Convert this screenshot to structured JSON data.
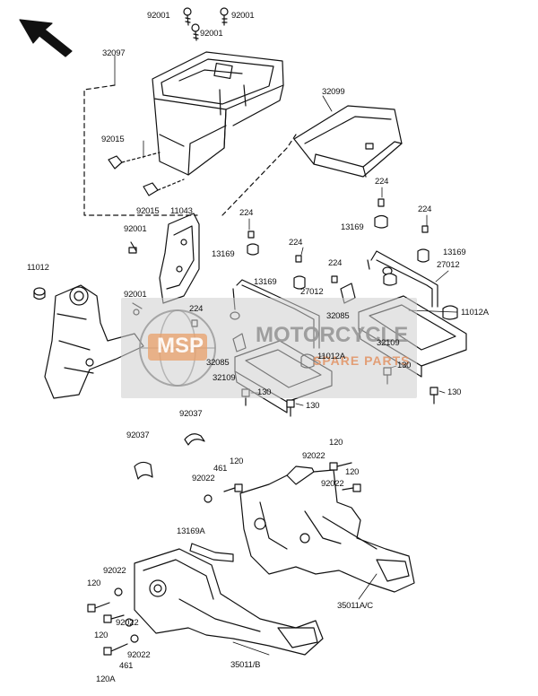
{
  "colors": {
    "line": "#111111",
    "watermark_bg": "#cdcdcd",
    "watermark_accent": "#e9a06a"
  },
  "watermark": {
    "logo_text": "MSP",
    "brand_line1": "MOTORCYCLE",
    "brand_line2": "SPARE PARTS"
  },
  "icons": {
    "direction_arrow": "arrow-up-left-icon"
  },
  "labels": {
    "l01": "92001",
    "l02": "92001",
    "l03": "92001",
    "l04": "32097",
    "l05": "32099",
    "l06": "92015",
    "l07": "92015",
    "l08": "11043",
    "l09": "224",
    "l10": "224",
    "l11": "224",
    "l12": "13169",
    "l13": "92001",
    "l14": "13169",
    "l15": "13169",
    "l16": "224",
    "l17": "13169",
    "l18": "11012",
    "l19": "27012",
    "l20": "224",
    "l21": "27012",
    "l22": "92001",
    "l23": "32085",
    "l24": "11012A",
    "l25": "224",
    "l26": "32109",
    "l27": "11012A",
    "l28": "32085",
    "l29": "130",
    "l30": "32109",
    "l31": "130",
    "l32": "130",
    "l33": "130",
    "l34": "92037",
    "l35": "92037",
    "l36": "120",
    "l37": "92022",
    "l38": "461",
    "l39": "120",
    "l40": "120",
    "l41": "92022",
    "l42": "92022",
    "l43": "13169A",
    "l44": "92022",
    "l45": "120",
    "l46": "35011A/C",
    "l47": "92022",
    "l48": "120",
    "l49": "92022",
    "l50": "461",
    "l51": "35011/B",
    "l52": "120A"
  }
}
